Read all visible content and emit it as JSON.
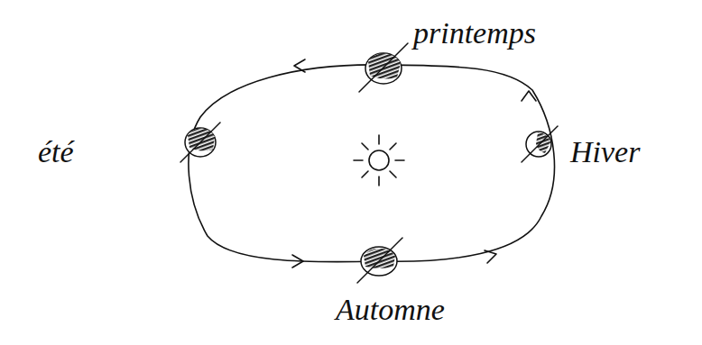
{
  "diagram": {
    "labels": [
      "printemps",
      "été",
      "Hiver",
      "Automne"
    ]
  }
}
